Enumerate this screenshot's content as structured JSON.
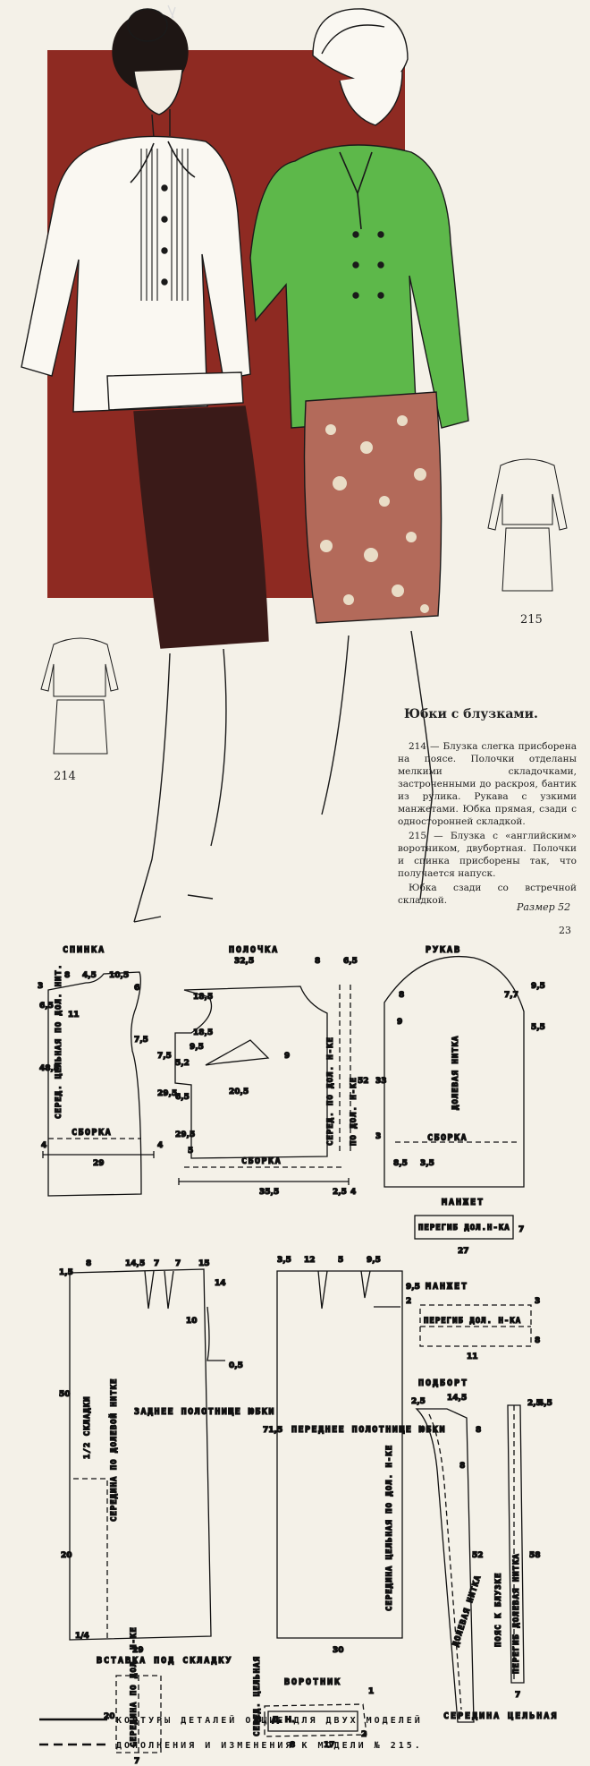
{
  "article": {
    "title": "Юбки с блузками.",
    "paragraphs": [
      "214 — Блузка слегка присборена на поясе. Полочки отделаны мелкими складочками, застроченными до раскроя, бантик из рулика. Рукава с узкими манжетами. Юбка прямая, сзади с односторонней складкой.",
      "215 — Блузка с «английским» воротником, двубортная. Полочки и спинка присборены так, что получается напуск.",
      "Юбка сзади со встречной складкой."
    ],
    "size": "Размер 52",
    "page_number": "23"
  },
  "models": {
    "left_number": "214",
    "right_number": "215"
  },
  "colors": {
    "background_panel": "#8e2a22",
    "green_blouse": "#5db84a",
    "dark_skirt": "#3a1a18",
    "print_skirt": "#b36a5a"
  },
  "patterns": {
    "back": {
      "title": "СПИНКА",
      "center_label": "СЕРЕД. ЦЕЛЬНАЯ ПО ДОЛ. НИТ.",
      "bottom_label": "СБОРКА",
      "width": "29",
      "dims": [
        "8",
        "4,5",
        "10,5",
        "6",
        "3",
        "6,5",
        "11",
        "7,5",
        "48,5",
        "7,5",
        "29,5",
        "4",
        "4"
      ]
    },
    "front": {
      "title": "ПОЛОЧКА",
      "grain_label": "ПО ДОЛ. Н-КЕ",
      "center_label": "СЕРЕД. ПО ДОЛ. Н-КЕ",
      "bottom_label": "СБОРКА",
      "width": "35,5",
      "dims": [
        "32,5",
        "8",
        "6,5",
        "18,5",
        "18,5",
        "9,5",
        "5,2",
        "5,2",
        "6,5",
        "20,5",
        "9",
        "29,5",
        "52",
        "5",
        "2,5",
        "4"
      ]
    },
    "sleeve": {
      "title": "РУКАВ",
      "grain_label": "ДОЛЕВАЯ НИТКА",
      "bottom_label": "СБОРКА",
      "dims": [
        "8",
        "7,7",
        "9,5",
        "5,5",
        "33",
        "8,5",
        "3,5",
        "3",
        "9"
      ]
    },
    "cuff_1": {
      "title": "МАНЖЕТ",
      "label": "ПЕРЕГИБ ДОЛ.Н-КА",
      "width": "27",
      "dims": [
        "7"
      ]
    },
    "back_skirt": {
      "title": "ЗАДНЕЕ ПОЛОТНИЩЕ ЮБКИ",
      "fold_label": "1/2 СКЛАДКИ",
      "center_label": "СЕРЕДИНА ПО ДОЛЕВОЙ НИТКЕ",
      "width": "29",
      "dims": [
        "8",
        "14,5",
        "7",
        "7",
        "15",
        "1,5",
        "14",
        "10",
        "0,5",
        "50",
        "20",
        "1/4"
      ]
    },
    "front_skirt": {
      "title": "ПЕРЕДНЕЕ ПОЛОТНИЩЕ ЮБКИ",
      "center_label": "СЕРЕДИНА ЦЕЛЬНАЯ ПО ДОЛ. Н-КЕ",
      "width": "30",
      "dims": [
        "3,5",
        "12",
        "5",
        "9,5",
        "9,5",
        "2",
        "71,5"
      ]
    },
    "cuff_2": {
      "title": "МАНЖЕТ",
      "label": "ПЕРЕГИБ ДОЛ. Н-КА",
      "dims": [
        "3",
        "8",
        "11"
      ]
    },
    "facing": {
      "title": "ПОДБОРТ",
      "grain_label": "ДОЛЕВАЯ НИТКА",
      "belt_label": "ПОЯС К БЛУЗКЕ",
      "belt_fold": "ПЕРЕГИБ ДОЛЕВАЯ НИТКА",
      "bottom_label": "СЕРЕДИНА ЦЕЛЬНАЯ",
      "dims": [
        "2,5",
        "14,5",
        "8",
        "8",
        "2,5",
        "4,5",
        "52",
        "58",
        "7"
      ]
    },
    "insert": {
      "title": "ВСТАВКА ПОД СКЛАДКУ",
      "center_label": "СЕРЕДИНА ПО ДОЛ. Н-КЕ",
      "dims": [
        "20",
        "7"
      ]
    },
    "collar": {
      "title": "ВОРОТНИК",
      "center_label": "СЕРЕД. ЦЕЛЬНАЯ",
      "dims": [
        "1",
        "8",
        "Д. Н.",
        "8",
        "17",
        "2"
      ]
    }
  },
  "legend": {
    "solid": "КОНТУРЫ ДЕТАЛЕЙ ОБЩИЕ ДЛЯ ДВУХ МОДЕЛЕЙ",
    "dashed": "ДОПОЛНЕНИЯ И ИЗМЕНЕНИЯ К МОДЕЛИ № 215."
  }
}
